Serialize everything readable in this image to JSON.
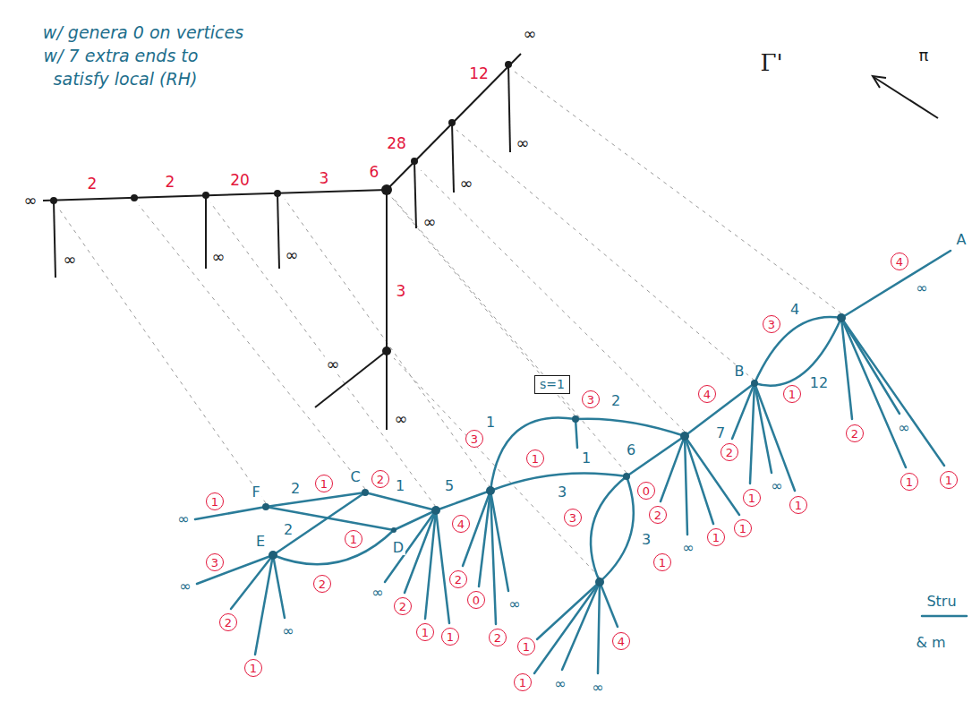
{
  "diagram": {
    "nodes": [
      {
        "text": [
          "s=1"
        ]
      }
    ],
    "labels": [
      "w/ genera 0 on vertices",
      "w/ 7 extra ends to",
      "satisfy local (RH)",
      "Γ'",
      "π",
      "∞",
      "12",
      "28",
      "6",
      "∞",
      "2",
      "2",
      "20",
      "3",
      "∞",
      "∞",
      "∞",
      "∞",
      "∞",
      "∞",
      "3",
      "∞",
      "∞",
      "A",
      "4",
      "∞",
      "3",
      "4",
      "B",
      "1",
      "12",
      "2",
      "∞",
      "1",
      "1",
      "4",
      "7",
      "2",
      "1",
      "∞",
      "1",
      "3",
      "1",
      "3",
      "2",
      "1",
      "6",
      "0",
      "2",
      "∞",
      "1",
      "1",
      "1",
      "3",
      "3",
      "3",
      "1",
      "4",
      "∞",
      "1",
      "1",
      "∞",
      "4",
      "5",
      "2",
      "0",
      "∞",
      "2",
      "2",
      "1",
      "1",
      "∞",
      "∞",
      "1",
      "F",
      "2",
      "1",
      "C",
      "2",
      "1",
      "2",
      "1",
      "D",
      "2",
      "∞",
      "3",
      "E",
      "2",
      "1",
      "∞",
      "Stru",
      "& m"
    ]
  }
}
